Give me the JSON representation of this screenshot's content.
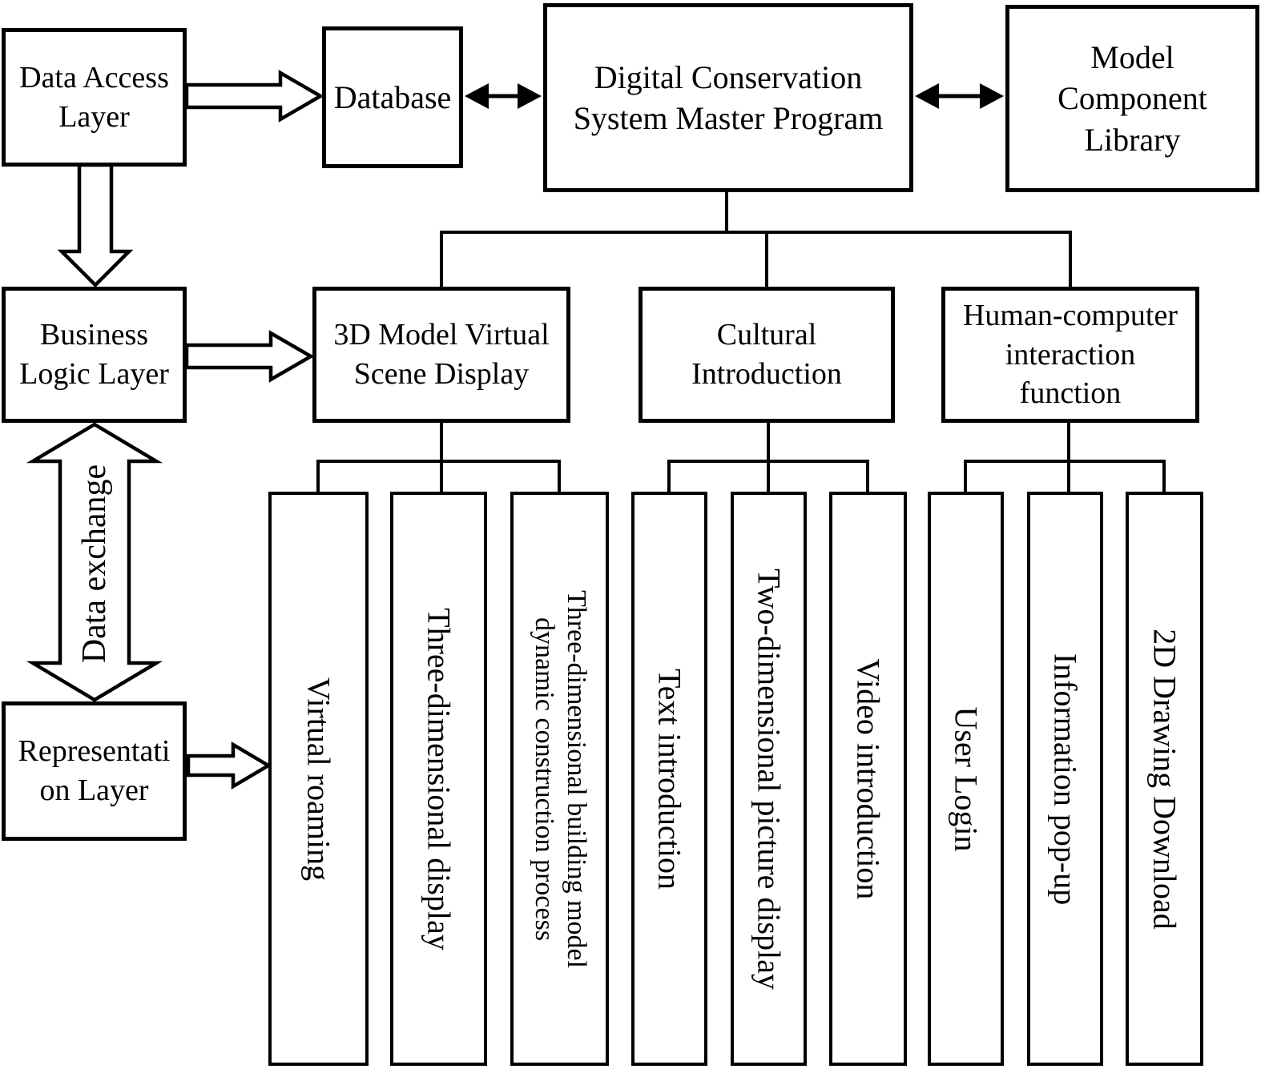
{
  "diagram": {
    "type": "system-architecture-flowchart",
    "colors": {
      "stroke": "#000000",
      "background": "#ffffff"
    },
    "boxes": {
      "data_access_layer": "Data Access\nLayer",
      "database": "Database",
      "master_program": "Digital Conservation\nSystem Master Program",
      "model_component_library": "Model\nComponent\nLibrary",
      "business_logic_layer": "Business\nLogic Layer",
      "scene_display": "3D Model Virtual\nScene Display",
      "cultural_introduction": "Cultural\nIntroduction",
      "hci_function": "Human-computer\ninteraction\nfunction",
      "representation_layer": "Representati\non Layer"
    },
    "columns": {
      "virtual_roaming": "Virtual roaming",
      "three_dimensional_display": "Three-dimensional display",
      "building_model_process": "Three-dimensional building model\ndynamic construction process",
      "text_introduction": "Text introduction",
      "two_dimensional_picture_display": "Two-dimensional picture display",
      "video_introduction": "Video introduction",
      "user_login": "User Login",
      "information_pop_up": "Information pop-up",
      "drawing_download": "2D Drawing Download"
    },
    "arrow_labels": {
      "data_exchange": "Data exchange"
    }
  }
}
